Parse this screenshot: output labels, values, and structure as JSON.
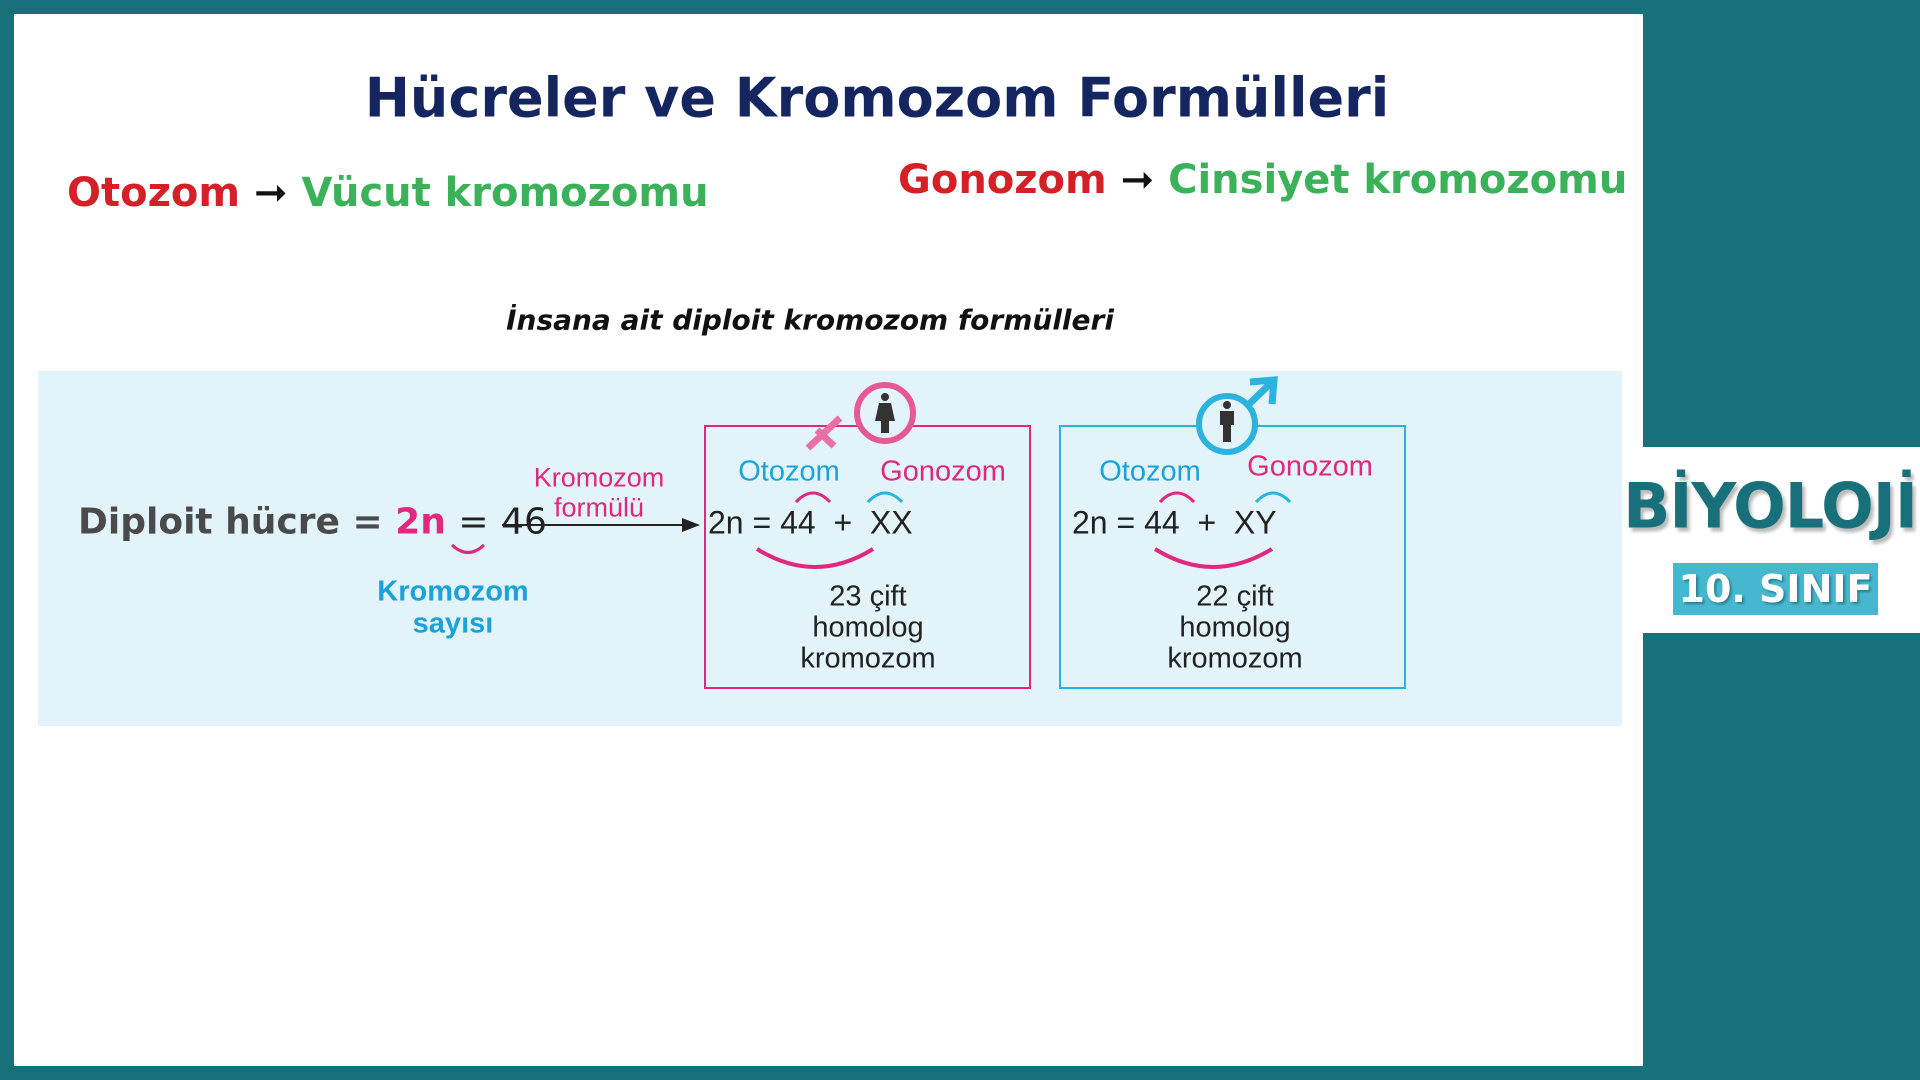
{
  "title": "Hücreler ve Kromozom Formülleri",
  "definitions": [
    {
      "term": "Otozom",
      "arrow": "➞",
      "meaning": "Vücut kromozomu"
    },
    {
      "term": "Gonozom",
      "arrow": "➞",
      "meaning": "Cinsiyet kromozomu"
    }
  ],
  "subtitle": "İnsana ait diploit kromozom formülleri",
  "diagram": {
    "diploid_label": "Diploit hücre =",
    "two_n": "2n",
    "equals": "=",
    "count": "46",
    "count_caption_1": "Kromozom",
    "count_caption_2": "sayısı",
    "arrow_caption_1": "Kromozom",
    "arrow_caption_2": "formülü",
    "female": {
      "otozom": "Otozom",
      "gonozom": "Gonozom",
      "formula": "2n = 44  +  XX",
      "pairs": "23 çift",
      "line2": "homolog",
      "line3": "kromozom",
      "icon": "female-symbol"
    },
    "male": {
      "otozom": "Otozom",
      "gonozom": "Gonozom",
      "formula": "2n = 44  +  XY",
      "pairs": "22 çift",
      "line2": "homolog",
      "line3": "kromozom",
      "icon": "male-symbol"
    }
  },
  "brand": {
    "name": "BİYOLOJİ",
    "grade": "10. SINIF"
  },
  "colors": {
    "teal": "#17707a",
    "pink": "#e0287f",
    "blue": "#1aa3d9",
    "red": "#d42027",
    "green": "#3bb15a",
    "navy": "#14255f"
  }
}
